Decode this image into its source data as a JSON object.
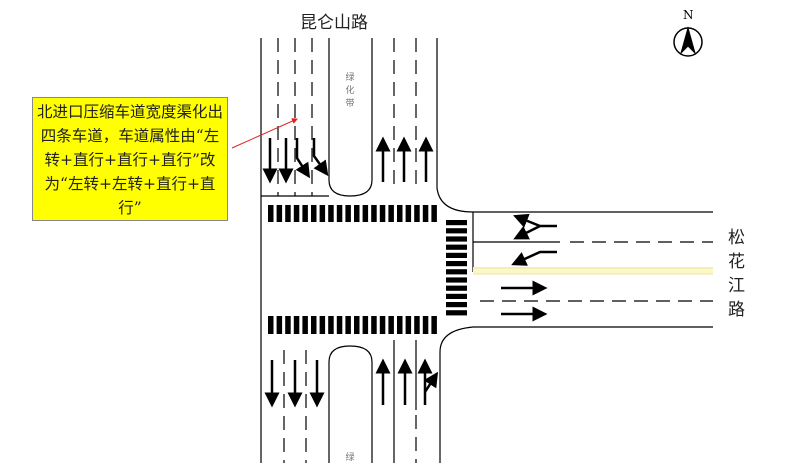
{
  "roads": {
    "north_south": "昆仑山路",
    "east_west": "松花江路"
  },
  "median_label": "绿化带",
  "median_label_south": "绿",
  "callout": {
    "text": "北进口压缩车道宽度渠化出四条车道，车道属性由“左转+直行+直行+直行”改为“左转+左转+直行+直行”"
  },
  "compass": {
    "label": "N",
    "icon": "north-arrow-icon"
  },
  "colors": {
    "callout_bg": "#ffff00",
    "pointer": "#e02020",
    "center_line": "#f5f0a0"
  }
}
